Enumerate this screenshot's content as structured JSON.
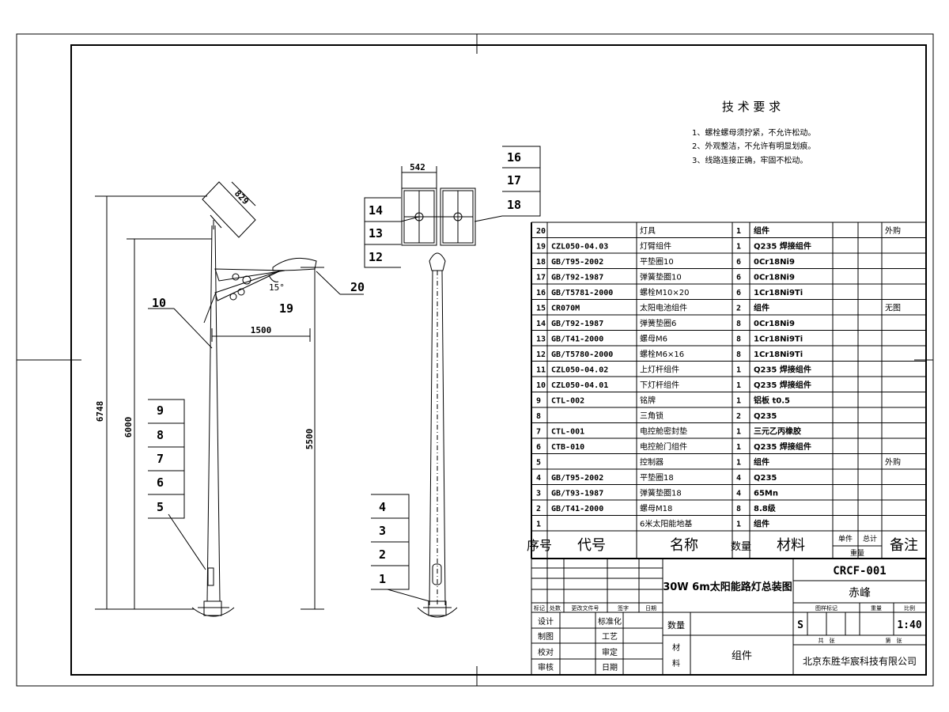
{
  "technical_requirements": {
    "title": "技 术 要 求",
    "items": [
      "1、螺栓螺母须拧紧，不允许松动。",
      "2、外观整洁，不允许有明显划痕。",
      "3、线路连接正确，牢固不松动。"
    ]
  },
  "dimensions": {
    "panel_width": "829",
    "total_height": "6748",
    "pole_height": "6000",
    "lamp_height": "5500",
    "arm_length": "1500",
    "arm_angle": "15°",
    "panel_front_width": "542"
  },
  "callouts_side": [
    "20",
    "19",
    "10",
    "9",
    "8",
    "7",
    "6",
    "5"
  ],
  "callouts_front": [
    "16",
    "17",
    "18",
    "14",
    "13",
    "12",
    "4",
    "3",
    "2",
    "1"
  ],
  "bom_rows": [
    {
      "no": "20",
      "code": "",
      "name": "灯具",
      "qty": "1",
      "material": "组件",
      "remark": "外购"
    },
    {
      "no": "19",
      "code": "CZL050-04.03",
      "name": "灯臂组件",
      "qty": "1",
      "material": "Q235 焊接组件",
      "remark": ""
    },
    {
      "no": "18",
      "code": "GB/T95-2002",
      "name": "平垫圈10",
      "qty": "6",
      "material": "0Cr18Ni9",
      "remark": ""
    },
    {
      "no": "17",
      "code": "GB/T92-1987",
      "name": "弹簧垫圈10",
      "qty": "6",
      "material": "0Cr18Ni9",
      "remark": ""
    },
    {
      "no": "16",
      "code": "GB/T5781-2000",
      "name": "螺栓M10×20",
      "qty": "6",
      "material": "1Cr18Ni9Ti",
      "remark": ""
    },
    {
      "no": "15",
      "code": "CR070M",
      "name": "太阳电池组件",
      "qty": "2",
      "material": "组件",
      "remark": "无图"
    },
    {
      "no": "14",
      "code": "GB/T92-1987",
      "name": "弹簧垫圈6",
      "qty": "8",
      "material": "0Cr18Ni9",
      "remark": ""
    },
    {
      "no": "13",
      "code": "GB/T41-2000",
      "name": "螺母M6",
      "qty": "8",
      "material": "1Cr18Ni9Ti",
      "remark": ""
    },
    {
      "no": "12",
      "code": "GB/T5780-2000",
      "name": "螺栓M6×16",
      "qty": "8",
      "material": "1Cr18Ni9Ti",
      "remark": ""
    },
    {
      "no": "11",
      "code": "CZL050-04.02",
      "name": "上灯杆组件",
      "qty": "1",
      "material": "Q235 焊接组件",
      "remark": ""
    },
    {
      "no": "10",
      "code": "CZL050-04.01",
      "name": "下灯杆组件",
      "qty": "1",
      "material": "Q235 焊接组件",
      "remark": ""
    },
    {
      "no": "9",
      "code": "CTL-002",
      "name": "铭牌",
      "qty": "1",
      "material": "铝板 t0.5",
      "remark": ""
    },
    {
      "no": "8",
      "code": "",
      "name": "三角锁",
      "qty": "2",
      "material": "Q235",
      "remark": ""
    },
    {
      "no": "7",
      "code": "CTL-001",
      "name": "电控舱密封垫",
      "qty": "1",
      "material": "三元乙丙橡胶",
      "remark": ""
    },
    {
      "no": "6",
      "code": "CTB-010",
      "name": "电控舱门组件",
      "qty": "1",
      "material": "Q235 焊接组件",
      "remark": ""
    },
    {
      "no": "5",
      "code": "",
      "name": "控制器",
      "qty": "1",
      "material": "组件",
      "remark": "外购"
    },
    {
      "no": "4",
      "code": "GB/T95-2002",
      "name": "平垫圈18",
      "qty": "4",
      "material": "Q235",
      "remark": ""
    },
    {
      "no": "3",
      "code": "GB/T93-1987",
      "name": "弹簧垫圈18",
      "qty": "4",
      "material": "65Mn",
      "remark": ""
    },
    {
      "no": "2",
      "code": "GB/T41-2000",
      "name": "螺母M18",
      "qty": "8",
      "material": "8.8级",
      "remark": ""
    },
    {
      "no": "1",
      "code": "",
      "name": "6米太阳能地基",
      "qty": "1",
      "material": "组件",
      "remark": ""
    }
  ],
  "bom_header": {
    "no": "序号",
    "code": "代号",
    "name": "名称",
    "qty": "数量",
    "material": "材料",
    "unit": "单件",
    "total": "总计",
    "weight": "重量",
    "remark": "备注"
  },
  "title_block": {
    "drawing_title": "30W 6m太阳能路灯总装图",
    "drawing_no": "CRCF-001",
    "location": "赤峰",
    "rev_labels": [
      "标记",
      "处数",
      "更改文件号",
      "签字",
      "日期"
    ],
    "sign_labels": [
      "设计",
      "制图",
      "校对",
      "审核"
    ],
    "sign_labels2": [
      "标准化",
      "工艺",
      "审定",
      "日期"
    ],
    "quantity_label": "数量",
    "material_label_1": "材",
    "material_label_2": "料",
    "material_value": "组件",
    "stage_label": "图样标记",
    "weight_label": "重量",
    "scale_label": "比例",
    "stage_value": "S",
    "scale_value": "1:40",
    "sheets_label": "共　张",
    "sheet_label": "第　张",
    "company": "北京东胜华宸科技有限公司"
  }
}
